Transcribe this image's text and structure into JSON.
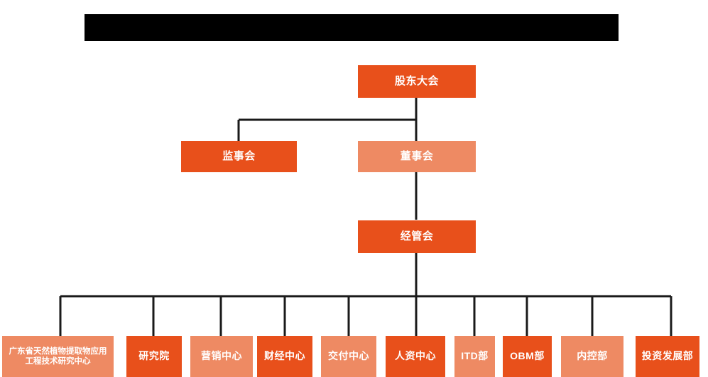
{
  "chart": {
    "type": "org-chart",
    "title_bar": {
      "label": "",
      "redacted": true,
      "color": "#000000"
    },
    "colors": {
      "dark_orange": "#E8501B",
      "light_orange": "#EE8A63",
      "connector": "#1A1A1A",
      "background": "#FFFFFF",
      "text": "#FFFFFF"
    },
    "levels": [
      {
        "level": 1,
        "nodes": [
          {
            "id": "shareholders",
            "label": "股东大会",
            "shade": "dark"
          }
        ]
      },
      {
        "level": 2,
        "nodes": [
          {
            "id": "supervisory",
            "label": "监事会",
            "shade": "dark"
          },
          {
            "id": "board",
            "label": "董事会",
            "shade": "light"
          }
        ]
      },
      {
        "level": 3,
        "nodes": [
          {
            "id": "management",
            "label": "经管会",
            "shade": "dark"
          }
        ]
      },
      {
        "level": 4,
        "nodes": [
          {
            "id": "rnd-center",
            "label": "广东省天然植物提取物应用工程技术研究中心",
            "shade": "light"
          },
          {
            "id": "institute",
            "label": "研究院",
            "shade": "dark"
          },
          {
            "id": "marketing",
            "label": "营销中心",
            "shade": "light"
          },
          {
            "id": "finance",
            "label": "财经中心",
            "shade": "dark"
          },
          {
            "id": "delivery",
            "label": "交付中心",
            "shade": "light"
          },
          {
            "id": "hr",
            "label": "人资中心",
            "shade": "dark"
          },
          {
            "id": "itd",
            "label": "ITD部",
            "shade": "light"
          },
          {
            "id": "obm",
            "label": "OBM部",
            "shade": "dark"
          },
          {
            "id": "internal-control",
            "label": "内控部",
            "shade": "light"
          },
          {
            "id": "investment",
            "label": "投资发展部",
            "shade": "dark"
          }
        ]
      }
    ],
    "edges": [
      {
        "from": "shareholders",
        "to": "supervisory"
      },
      {
        "from": "shareholders",
        "to": "board"
      },
      {
        "from": "board",
        "to": "management"
      },
      {
        "from": "management",
        "to": "rnd-center"
      },
      {
        "from": "management",
        "to": "institute"
      },
      {
        "from": "management",
        "to": "marketing"
      },
      {
        "from": "management",
        "to": "finance"
      },
      {
        "from": "management",
        "to": "delivery"
      },
      {
        "from": "management",
        "to": "hr"
      },
      {
        "from": "management",
        "to": "itd"
      },
      {
        "from": "management",
        "to": "obm"
      },
      {
        "from": "management",
        "to": "internal-control"
      },
      {
        "from": "management",
        "to": "investment"
      }
    ]
  }
}
